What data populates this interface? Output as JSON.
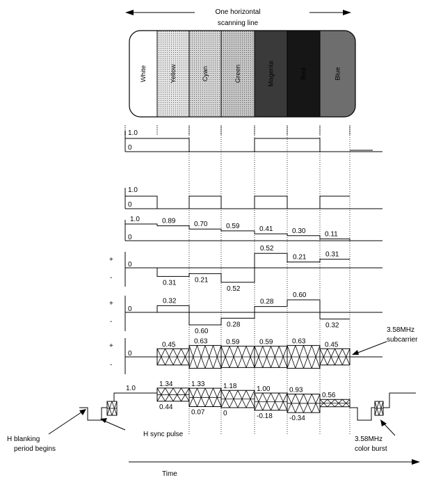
{
  "header": {
    "line1": "One  horizontal",
    "line2": "scanning  line"
  },
  "bars": [
    {
      "label": "White",
      "fill": "#ffffff",
      "label_color": "#000000"
    },
    {
      "label": "Yellow",
      "fill": "#e4e4e4",
      "label_color": "#000000"
    },
    {
      "label": "Cyan",
      "fill": "#d4d4d4",
      "label_color": "#000000"
    },
    {
      "label": "Green",
      "fill": "#c6c6c6",
      "label_color": "#000000"
    },
    {
      "label": "Magenta",
      "fill": "#3a3a3a",
      "label_color": "#ffffff"
    },
    {
      "label": "Red",
      "fill": "#161616",
      "label_color": "#ffffff"
    },
    {
      "label": "Blue",
      "fill": "#6e6e6e",
      "label_color": "#ffffff"
    }
  ],
  "waveforms": {
    "w1": {
      "high": "1.0",
      "low": "0",
      "levels": [
        1,
        1,
        1,
        0,
        0,
        1,
        1,
        0
      ]
    },
    "w2": {
      "high": "1.0",
      "low": "0",
      "levels": [
        1,
        1,
        0,
        1,
        0,
        1,
        0,
        1
      ]
    },
    "luminance": {
      "ref_high": "1.0",
      "ref_low": "0",
      "values": [
        1.0,
        0.89,
        0.7,
        0.59,
        0.41,
        0.3,
        0.11
      ],
      "labels": [
        "1.0",
        "0.89",
        "0.70",
        "0.59",
        "0.41",
        "0.30",
        "0.11"
      ]
    },
    "r_y": {
      "plus": "+",
      "minus": "-",
      "zero": "0",
      "values": [
        0,
        -0.31,
        -0.21,
        -0.52,
        0.52,
        0.21,
        0.31
      ],
      "labels": [
        "",
        "0.31",
        "0.21",
        "0.52",
        "0.52",
        "0.21",
        "0.31"
      ]
    },
    "b_y": {
      "plus": "+",
      "minus": "-",
      "zero": "0",
      "values": [
        0,
        0.32,
        -0.6,
        -0.28,
        0.28,
        0.6,
        -0.32
      ],
      "labels": [
        "",
        "0.32",
        "0.60",
        "0.28",
        "0.28",
        "0.60",
        "0.32"
      ]
    },
    "chroma": {
      "plus": "+",
      "minus": "-",
      "zero": "0",
      "amplitudes": [
        0.45,
        0.63,
        0.59,
        0.59,
        0.63,
        0.45
      ],
      "labels": [
        "0.45",
        "0.63",
        "0.59",
        "0.59",
        "0.63",
        "0.45"
      ],
      "annotation_line1": "3.58MHz",
      "annotation_line2": "subcarrier"
    },
    "composite": {
      "white_level": "1.0",
      "tops": [
        1.34,
        1.33,
        1.18,
        1.0,
        0.93,
        0.56
      ],
      "bottoms": [
        0.44,
        0.07,
        0,
        -0.18,
        -0.34
      ],
      "top_labels": [
        "1.34",
        "1.33",
        "1.18",
        "1.00",
        "0.93",
        "0.56"
      ],
      "bottom_labels": [
        "0.44",
        "0.07",
        "0",
        "-0.18",
        "-0.34"
      ]
    }
  },
  "annotations": {
    "h_blank_line1": "H  blanking",
    "h_blank_line2": "period   begins",
    "h_sync": "H  sync pulse",
    "burst_line1": "3.58MHz",
    "burst_line2": "color   burst",
    "time": "Time"
  }
}
